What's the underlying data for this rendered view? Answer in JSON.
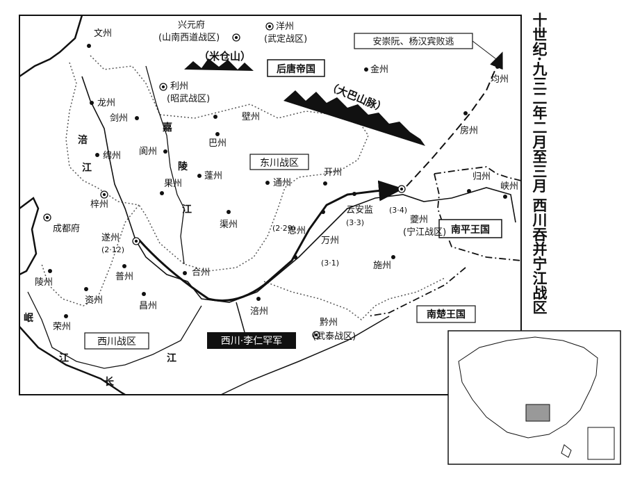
{
  "title": "十世纪·九三二年二月至三月 西川吞并宁江战区",
  "regions": {
    "later_tang": "后唐帝国",
    "dongchuan": "东川战区",
    "xichuan": "西川战区",
    "nanping": "南平王国",
    "southern_chu": "南楚王国"
  },
  "army_label": "西川·李仁罕军",
  "defeat_note": "安崇阮、杨汉宾败逃",
  "mountains": {
    "micang": "（米仓山）",
    "daba": "（大巴山脉）"
  },
  "rivers": {
    "fu": "涪江",
    "jialing": "嘉陵江",
    "min": "岷江",
    "chang": "长江"
  },
  "cities": {
    "wen": "文州",
    "xingyuan": "兴元府",
    "xingyuan_zone": "(山南西道战区)",
    "yang": "洋州",
    "yang_zone": "(武定战区)",
    "jin": "金州",
    "jun": "均州",
    "fang": "房州",
    "long": "龙州",
    "li": "利州",
    "li_zone": "(昭武战区)",
    "bi": "壁州",
    "jian": "剑州",
    "ba": "巴州",
    "mian": "绵州",
    "lang": "阆州",
    "peng": "蓬州",
    "tong": "通州",
    "kai": "开州",
    "gui": "归州",
    "xia": "峡州",
    "zi": "梓州",
    "guo": "果州",
    "qu": "渠州",
    "chengdu": "成都府",
    "sui": "遂州",
    "zhong": "忠州",
    "yunan": "云安监",
    "wan": "万州",
    "kui": "夔州",
    "kui_zone": "(宁江战区)",
    "pu": "普州",
    "he": "合州",
    "shi": "施州",
    "ling": "陵州",
    "zi2": "资州",
    "chang": "昌州",
    "fuling": "涪州",
    "rong": "荣州",
    "qian": "黔州",
    "qian_zone": "(武泰战区)"
  },
  "dates": {
    "sui": "(2·12)",
    "zhong": "(2·29)",
    "wan": "(3·1)",
    "yunan": "(3·3)",
    "kui": "(3·4)"
  }
}
